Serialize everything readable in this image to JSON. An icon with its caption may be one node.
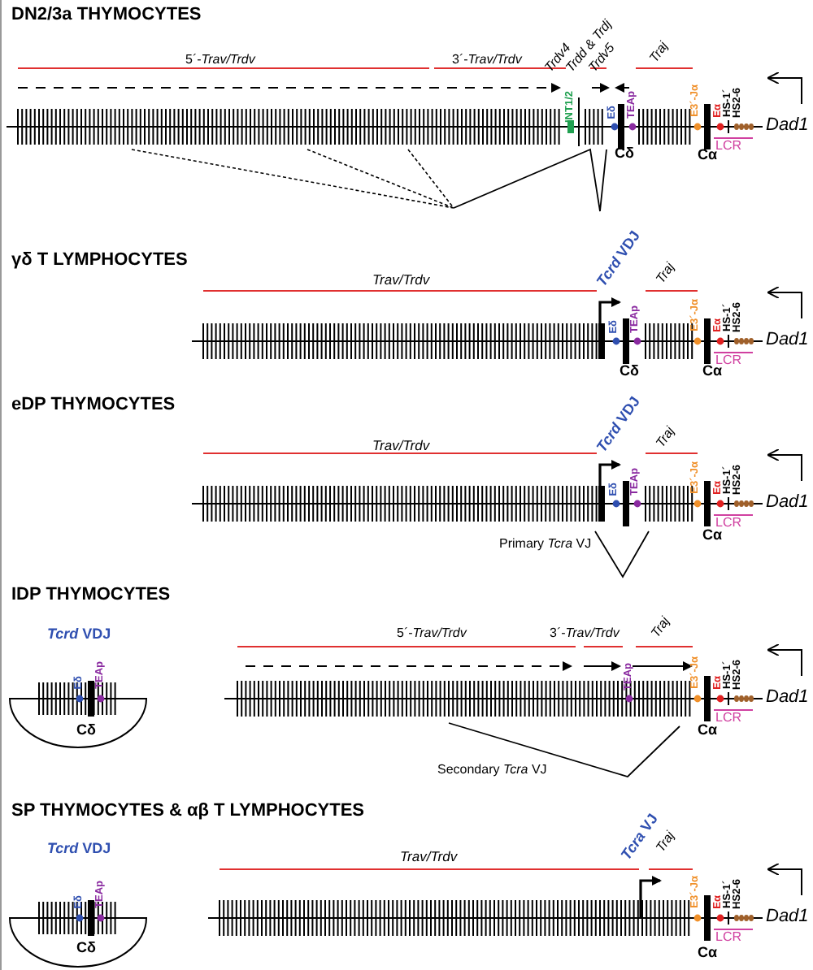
{
  "diagram": {
    "labels": [
      "DN2/3a THYMOCYTES",
      "5´-*Trav/Trdv*",
      "3´-*Trav/Trdv*",
      "Trdv4",
      "Trdd & Trdj",
      "Trdv5",
      "Traj",
      "INT1/2",
      "Eδ",
      "TEAp",
      "E3´-Jα",
      "Eα",
      "HS-1´",
      "HS2-6",
      "Dad1",
      "Cδ",
      "LCR",
      "Cα",
      "γδ T LYMPHOCYTES",
      "Trav/Trdv",
      "*Tcrd* VDJ",
      "Traj",
      "Eδ",
      "TEAp",
      "E3´-Jα",
      "Eα",
      "HS-1´",
      "HS2-6",
      "Dad1",
      "LCR",
      "Cδ",
      "Cα",
      "eDP THYMOCYTES",
      "Trav/Trdv",
      "*Tcrd* VDJ",
      "Traj",
      "Eδ",
      "TEAp",
      "E3´-Jα",
      "Eα",
      "HS-1´",
      "HS2-6",
      "Dad1",
      "Primary *Tcra* VJ",
      "LCR",
      "Cα",
      "IDP THYMOCYTES",
      "*Tcrd* VDJ",
      "Eδ",
      "TEAp",
      "Cδ",
      "5´-*Trav/Trdv*",
      "3´-*Trav/Trdv*",
      "Traj",
      "TEAp",
      "E3´-Jα",
      "Eα",
      "HS-1´",
      "HS2-6",
      "Dad1",
      "LCR",
      "Cα",
      "Secondary *Tcra* VJ",
      "SP THYMOCYTES & αβ T LYMPHOCYTES",
      "*Tcrd* VDJ",
      "Eδ",
      "TEAp",
      "Cδ",
      "Trav/Trdv",
      "*Tcra* VJ",
      "Traj",
      "E3´-Jα",
      "Eα",
      "HS-1´",
      "HS2-6",
      "Dad1",
      "LCR",
      "Cα"
    ]
  }
}
